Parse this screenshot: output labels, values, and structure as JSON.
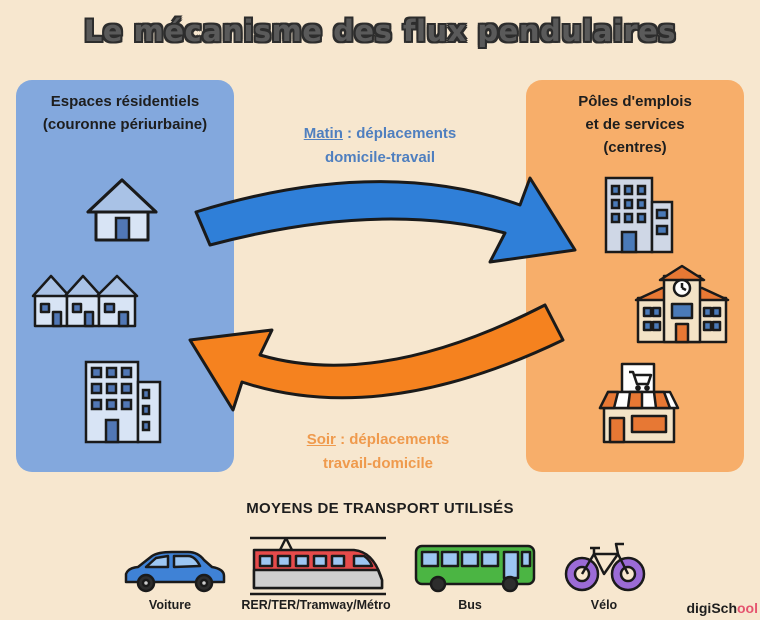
{
  "title": "Le mécanisme des flux pendulaires",
  "residential": {
    "title_line1": "Espaces résidentiels",
    "title_line2": "(couronne périurbaine)",
    "icons": [
      "house-icon",
      "row-houses-icon",
      "apartment-building-icon"
    ]
  },
  "centers": {
    "title_line1": "Pôles d'emplois",
    "title_line2": "et de services",
    "title_line3": "(centres)",
    "icons": [
      "office-tower-icon",
      "school-building-icon",
      "shop-icon"
    ]
  },
  "flows": {
    "morning": {
      "keyword": "Matin",
      "line1_rest": " : déplacements",
      "line2": "domicile-travail"
    },
    "evening": {
      "keyword": "Soir",
      "line1_rest": " : déplacements",
      "line2": "travail-domicile"
    }
  },
  "transport": {
    "title": "MOYENS DE TRANSPORT UTILISÉS",
    "items": [
      {
        "label": "Voiture",
        "icon": "car-icon"
      },
      {
        "label": "RER/TER/Tramway/Métro",
        "icon": "train-icon"
      },
      {
        "label": "Bus",
        "icon": "bus-icon"
      },
      {
        "label": "Vélo",
        "icon": "bicycle-icon"
      }
    ]
  },
  "brand": {
    "text_a": "digiSch",
    "text_b": "ool"
  },
  "colors": {
    "background": "#f7e7cf",
    "residential": "#83a8dd",
    "centers": "#f7ae6a",
    "morning_arrow": "#2f7fd8",
    "evening_arrow": "#f5821f",
    "morning_text": "#4f7fbf",
    "evening_text": "#ef9a4d"
  }
}
